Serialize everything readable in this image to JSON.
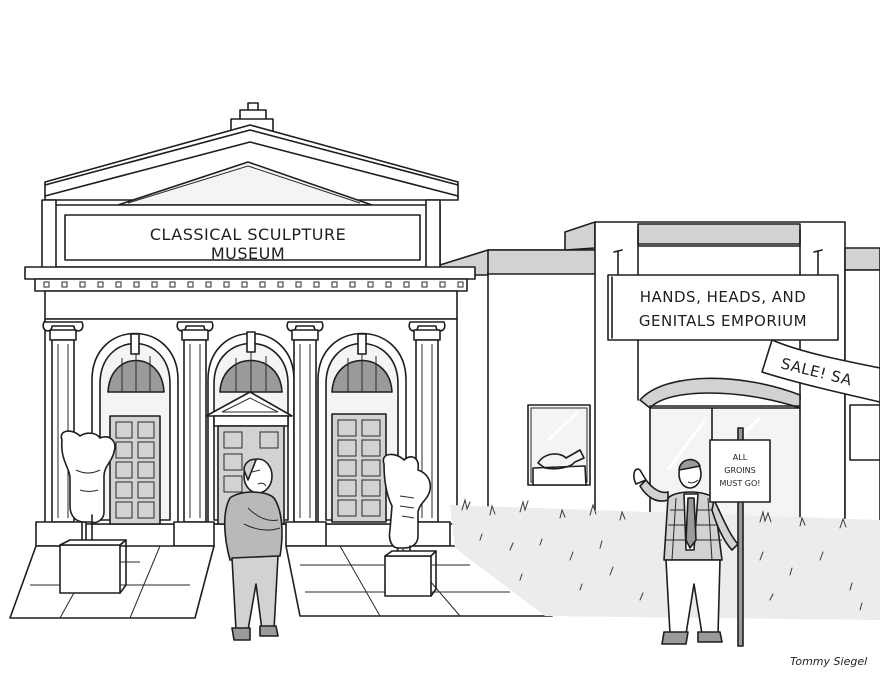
{
  "cartoon": {
    "museum_sign": {
      "line1": "CLASSICAL SCULPTURE",
      "line2": "MUSEUM"
    },
    "emporium_sign": {
      "line1": "HANDS, HEADS, AND",
      "line2": "GENITALS EMPORIUM"
    },
    "sale_banner": "SALE! SA",
    "placard": {
      "line1": "ALL",
      "line2": "GROINS",
      "line3": "MUST GO!"
    },
    "signature": "Tommy Siegel"
  },
  "colors": {
    "ink": "#1e1e1e",
    "paper": "#ffffff",
    "light_gray": "#d2d2d2",
    "mid_gray": "#b9b9b9",
    "dark_gray": "#9a9a9a"
  }
}
